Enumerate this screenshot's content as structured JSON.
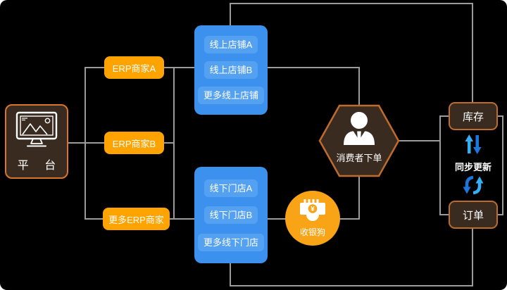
{
  "platform": {
    "label": "平 台",
    "icon": "monitor-icon"
  },
  "merchants": [
    {
      "label": "ERP商家A"
    },
    {
      "label": "ERP商家B"
    },
    {
      "label": "更多ERP商家"
    }
  ],
  "online_stores": [
    {
      "label": "线上店铺A"
    },
    {
      "label": "线上店铺B"
    },
    {
      "label": "更多线上店铺"
    }
  ],
  "offline_stores": [
    {
      "label": "线下门店A"
    },
    {
      "label": "线下门店B"
    },
    {
      "label": "更多线下门店"
    }
  ],
  "consumer": {
    "label": "消费者下单",
    "icon": "person-icon"
  },
  "cashier": {
    "label": "收银狗",
    "icon": "pos-icon",
    "currency_symbol": "¥"
  },
  "inventory": {
    "label": "库存"
  },
  "orders": {
    "label": "订单"
  },
  "sync": {
    "label": "同步更新"
  },
  "colors": {
    "background": "#000000",
    "merchant_orange": "#ffa300",
    "cashier_orange": "#f9a317",
    "store_blue": "#3c90ee",
    "store_inner_blue": "#54a1f2",
    "node_brown": "#3a2b21",
    "node_border_orange": "#bf6b2b",
    "platform_border_orange": "#d9742c",
    "connector_gray": "#9b9b9b",
    "arrow_light_blue": "#35aef4",
    "arrow_dark_blue": "#1c77dd",
    "text_white": "#ffffff"
  }
}
